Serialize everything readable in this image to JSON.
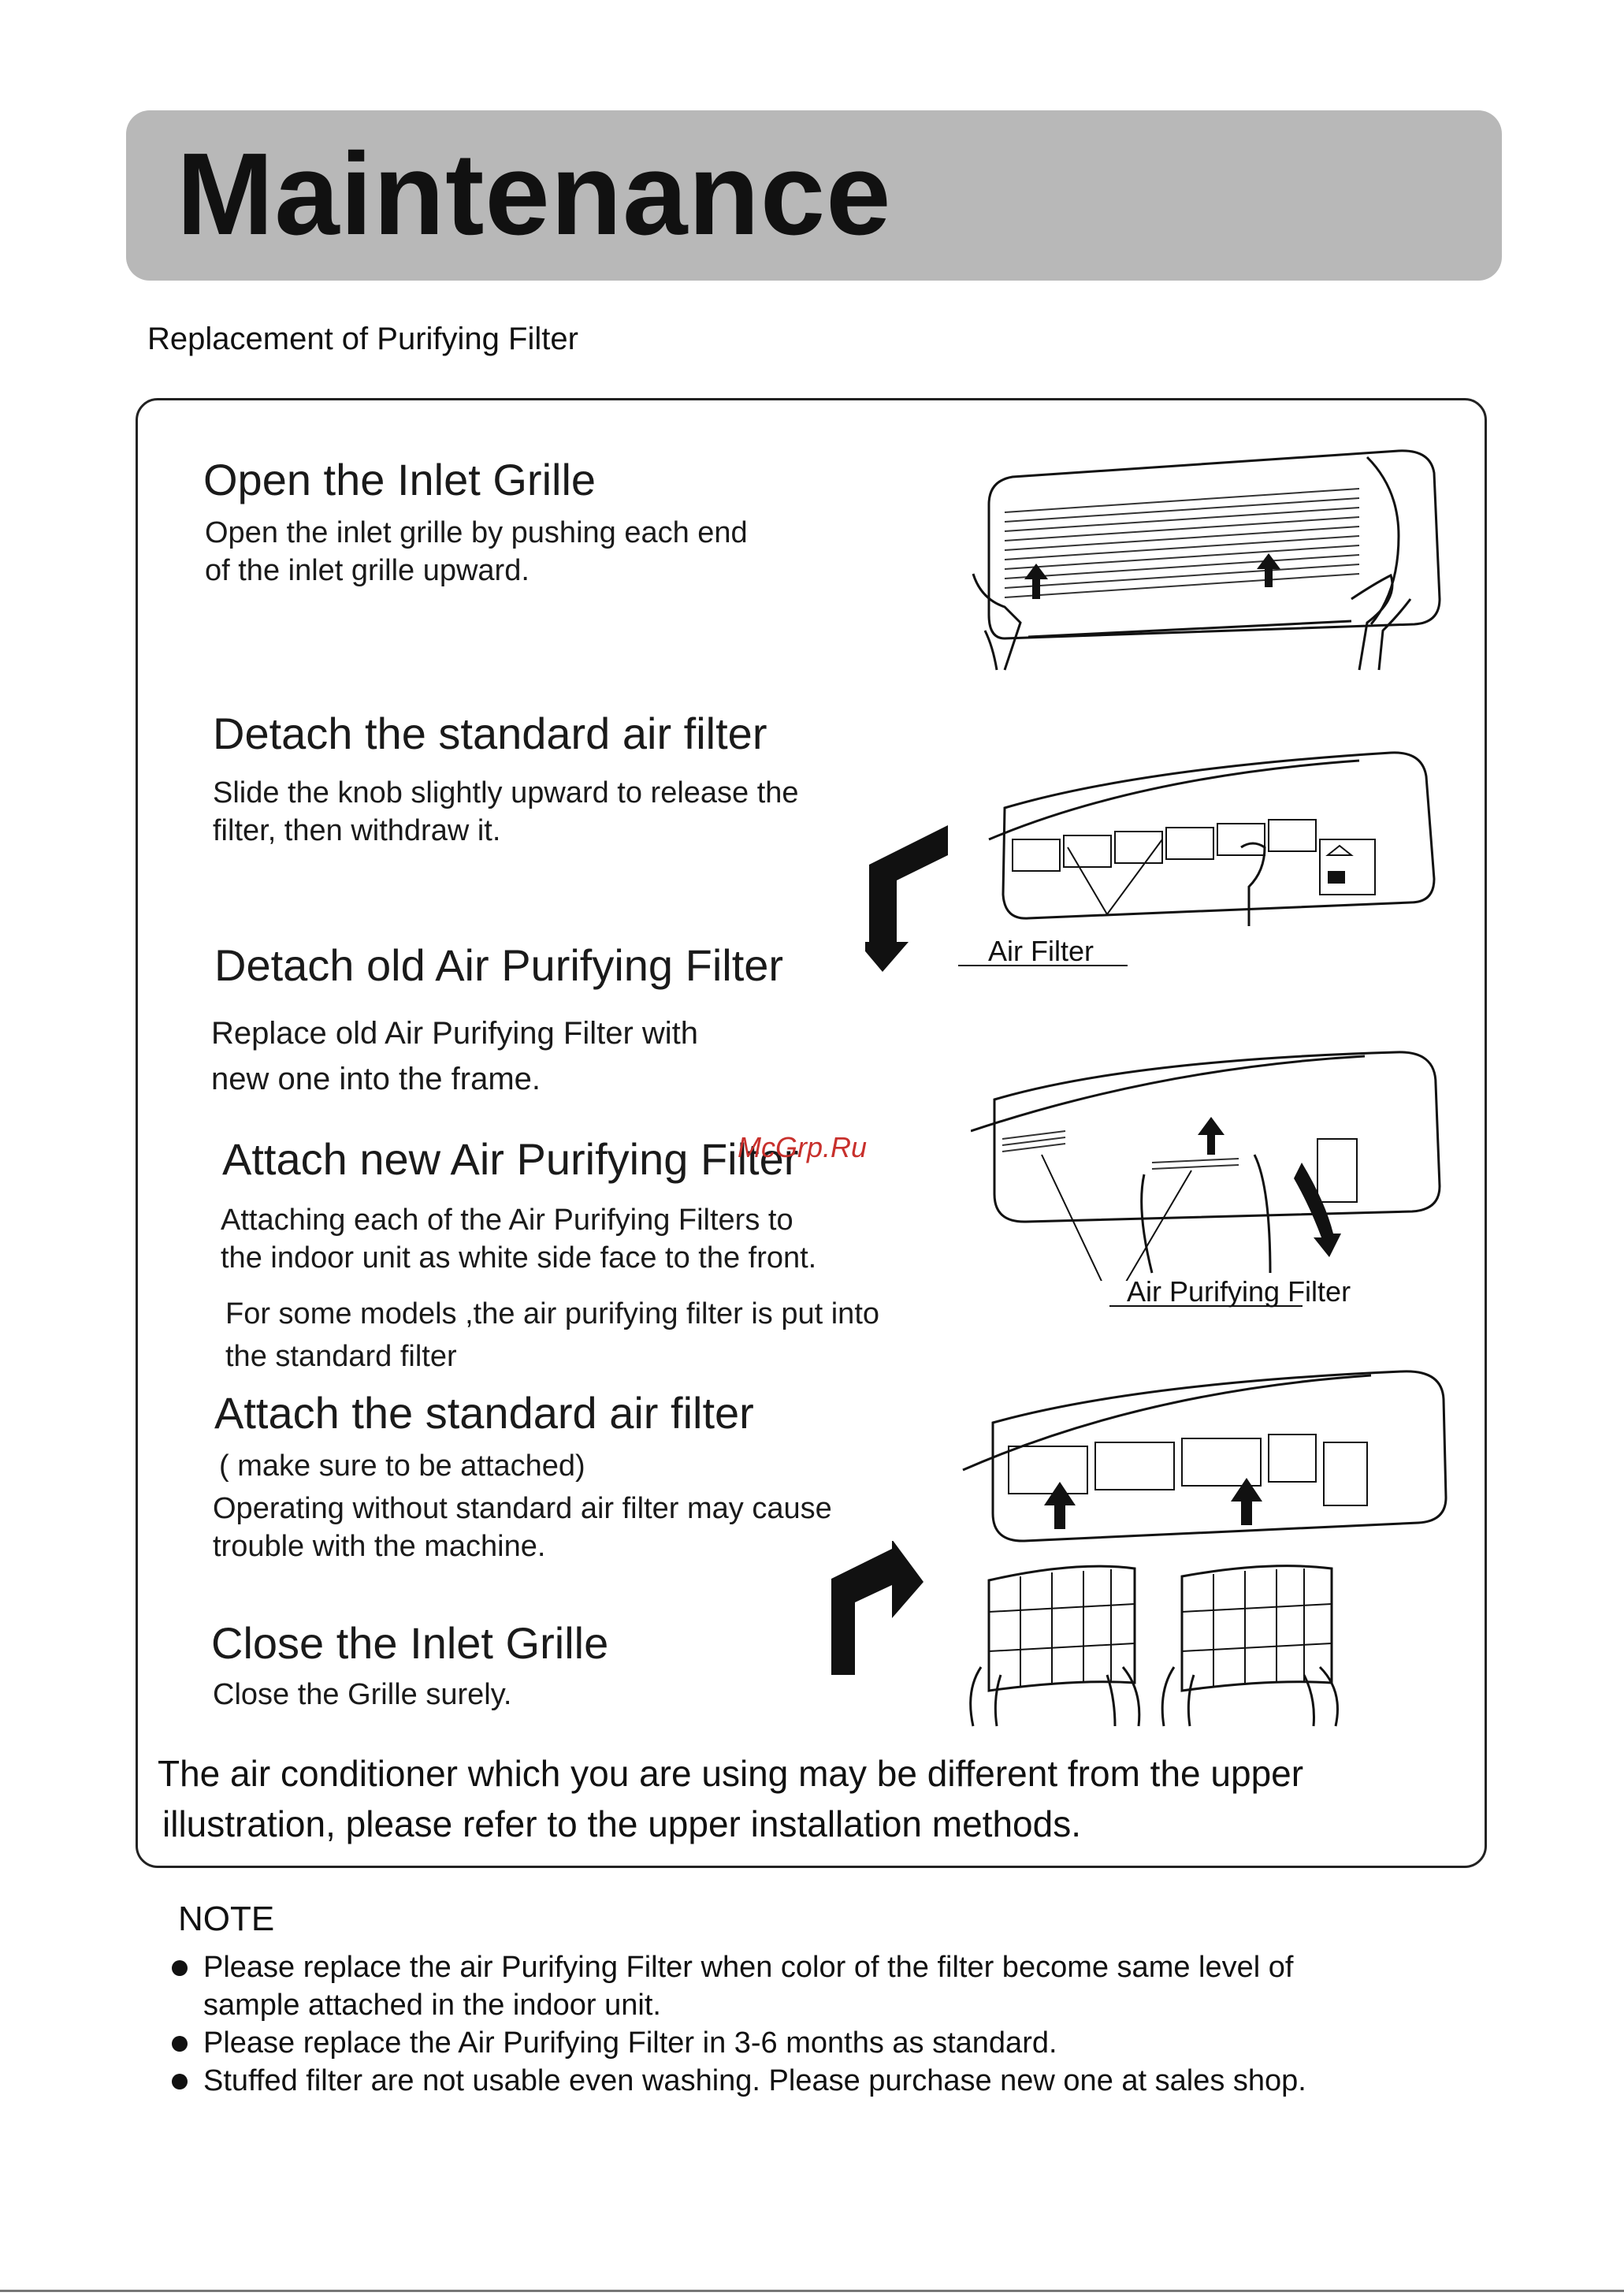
{
  "header": {
    "title": "Maintenance"
  },
  "section_title": "Replacement of  Purifying Filter",
  "steps": [
    {
      "title": "Open the Inlet Grille",
      "lines": [
        "Open the inlet grille by pushing each end",
        "of the inlet grille  upward."
      ]
    },
    {
      "title": "Detach the standard air filter",
      "lines": [
        "Slide the knob  slightly  upward to release the",
        "filter, then withdraw it."
      ]
    },
    {
      "title": "Detach old Air Purifying Filter",
      "lines": [
        "Replace old Air Purifying Filter with",
        "new one into the frame."
      ]
    },
    {
      "title": "Attach new Air Purifying Filter",
      "lines": [
        "Attaching each of  the  Air Purifying Filters to",
        "the indoor unit as white side face  to the front."
      ],
      "extra_lines": [
        "For some models ,the air purifying filter is put into",
        "the standard filter"
      ]
    },
    {
      "title": "Attach the  standard air filter",
      "lines": [
        "( make sure to be attached)",
        "Operating without standard air filter may cause",
        "trouble with the machine."
      ]
    },
    {
      "title": "Close the Inlet Grille",
      "lines": [
        "Close the Grille surely."
      ]
    }
  ],
  "callouts": {
    "air_filter": "Air Filter",
    "air_purifying_filter": "Air Purifying Filter"
  },
  "watermark": "McGrp.Ru",
  "disclaimer": [
    "The air conditioner which you are using may be different from the upper",
    "illustration, please refer to the upper installation methods."
  ],
  "note": {
    "heading": "NOTE",
    "items": [
      [
        "Please replace the air Purifying Filter when color of the filter become same level of",
        "sample attached in the indoor unit."
      ],
      [
        "Please replace the Air Purifying Filter in 3-6 months as standard."
      ],
      [
        "Stuffed filter are not usable even washing. Please purchase new one at sales shop."
      ]
    ]
  },
  "colors": {
    "header_bg": "#b8b8b8",
    "watermark": "#c8302c",
    "ink": "#111111"
  }
}
